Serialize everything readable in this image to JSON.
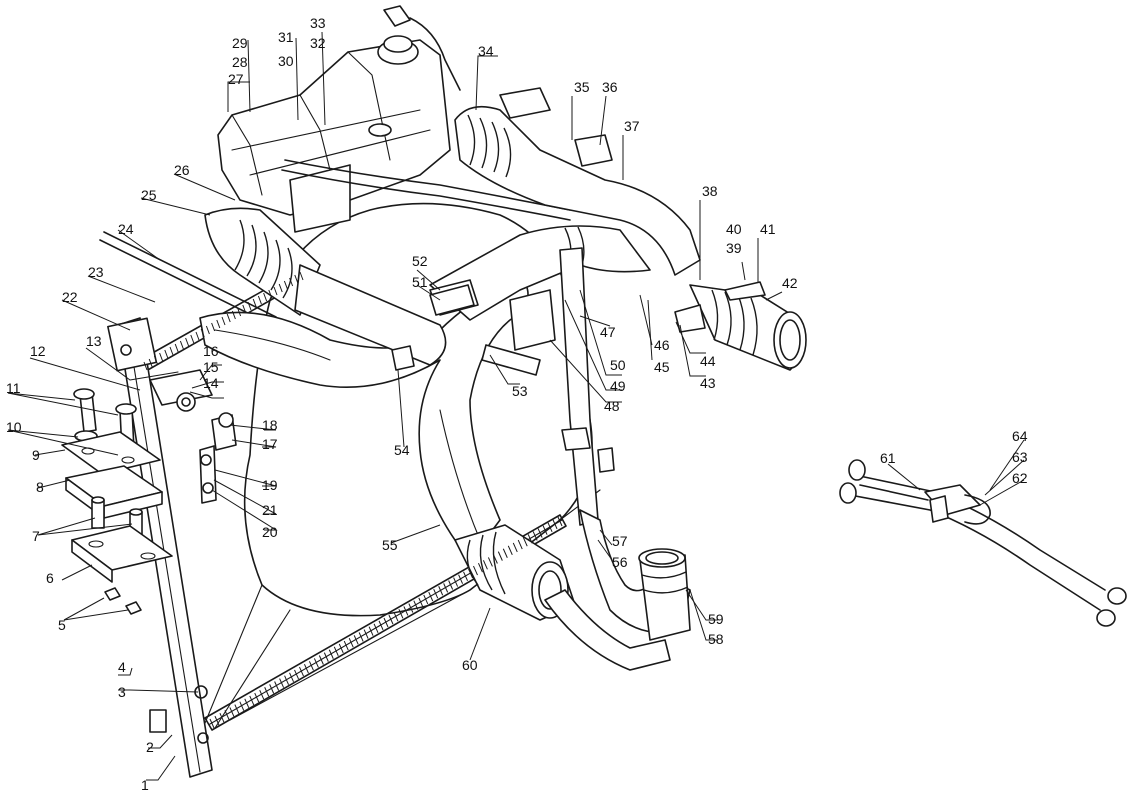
{
  "part_numbers": {
    "p1": "1",
    "p2": "2",
    "p3": "3",
    "p4": "4",
    "p5": "5",
    "p6": "6",
    "p7": "7",
    "p8": "8",
    "p9": "9",
    "p10": "10",
    "p11": "11",
    "p12": "12",
    "p13": "13",
    "p14": "14",
    "p15": "15",
    "p16": "16",
    "p17": "17",
    "p18": "18",
    "p19": "19",
    "p20": "20",
    "p21": "21",
    "p22": "22",
    "p23": "23",
    "p24": "24",
    "p25": "25",
    "p26": "26",
    "p27": "27",
    "p28": "28",
    "p29": "29",
    "p30": "30",
    "p31": "31",
    "p32": "32",
    "p33": "33",
    "p34": "34",
    "p35": "35",
    "p36": "36",
    "p37": "37",
    "p38": "38",
    "p39": "39",
    "p40": "40",
    "p41": "41",
    "p42": "42",
    "p43": "43",
    "p44": "44",
    "p45": "45",
    "p46": "46",
    "p47": "47",
    "p48": "48",
    "p49": "49",
    "p50": "50",
    "p51": "51",
    "p52": "52",
    "p53": "53",
    "p54": "54",
    "p55": "55",
    "p56": "56",
    "p57": "57",
    "p58": "58",
    "p59": "59",
    "p60": "60",
    "p61": "61",
    "p62": "62",
    "p63": "63",
    "p64": "64"
  }
}
